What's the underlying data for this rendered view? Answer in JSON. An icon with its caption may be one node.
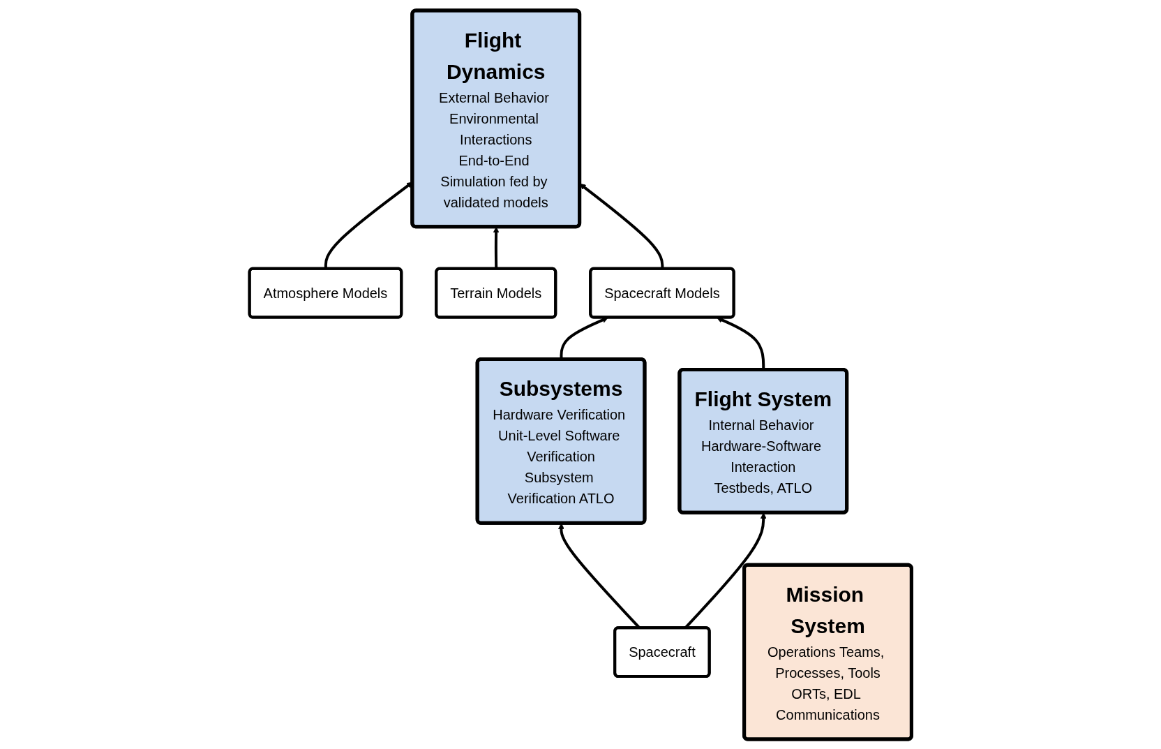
{
  "diagram": {
    "nodes": [
      {
        "text": [
          "Flight Dynamics",
          "External Behavior Environmental Interactions",
          "End-to-End Simulation fed by validated models"
        ]
      },
      {
        "text": [
          "Atmosphere Models"
        ]
      },
      {
        "text": [
          "Terrain Models"
        ]
      },
      {
        "text": [
          "Spacecraft Models"
        ]
      },
      {
        "text": [
          "Subsystems",
          "Hardware Verification Unit-Level Software Verification",
          "Subsystem Verification ATLO"
        ]
      },
      {
        "text": [
          "Flight System",
          "Internal Behavior Hardware-Software Interaction",
          "Testbeds, ATLO"
        ]
      },
      {
        "text": [
          "Spacecraft"
        ]
      },
      {
        "text": [
          "Mission System",
          "Operations Teams, Processes, Tools",
          "ORTs, EDL Communications"
        ]
      }
    ],
    "edges": [
      {
        "from": 1,
        "to": 0,
        "arrow": "to"
      },
      {
        "from": 2,
        "to": 0,
        "arrow": "to"
      },
      {
        "from": 3,
        "to": 0,
        "arrow": "to"
      },
      {
        "from": 4,
        "to": 3,
        "arrow": "to"
      },
      {
        "from": 5,
        "to": 3,
        "arrow": "to"
      },
      {
        "from": 6,
        "to": 4,
        "arrow": "to"
      },
      {
        "from": 6,
        "to": 5,
        "arrow": "to"
      }
    ]
  }
}
